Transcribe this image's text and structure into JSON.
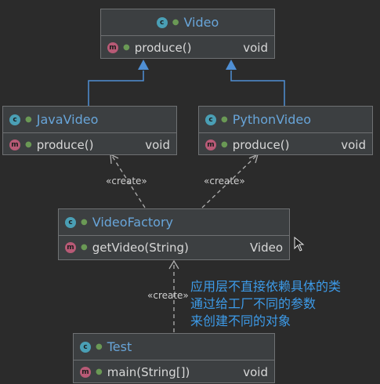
{
  "classes": {
    "video": {
      "name": "Video",
      "method": "produce()",
      "return_type": "void"
    },
    "java_video": {
      "name": "JavaVideo",
      "method": "produce()",
      "return_type": "void"
    },
    "python_video": {
      "name": "PythonVideo",
      "method": "produce()",
      "return_type": "void"
    },
    "video_factory": {
      "name": "VideoFactory",
      "method": "getVideo(String)",
      "return_type": "Video"
    },
    "test": {
      "name": "Test",
      "method": "main(String[])",
      "return_type": "void"
    }
  },
  "badges": {
    "class": "c",
    "method": "m"
  },
  "relations": {
    "create_label": "«create»"
  },
  "note": {
    "line1": "应用层不直接依赖具体的类",
    "line2": "通过给工厂不同的参数",
    "line3": "来创建不同的对象"
  },
  "colors": {
    "background": "#2b2b2b",
    "box": "#3c3f41",
    "border": "#6f7173",
    "class_name": "#68a5d9",
    "inheritance_arrow": "#4f8fd4",
    "dependency_line": "#b0b0b0",
    "note_text": "#3d9be9"
  }
}
